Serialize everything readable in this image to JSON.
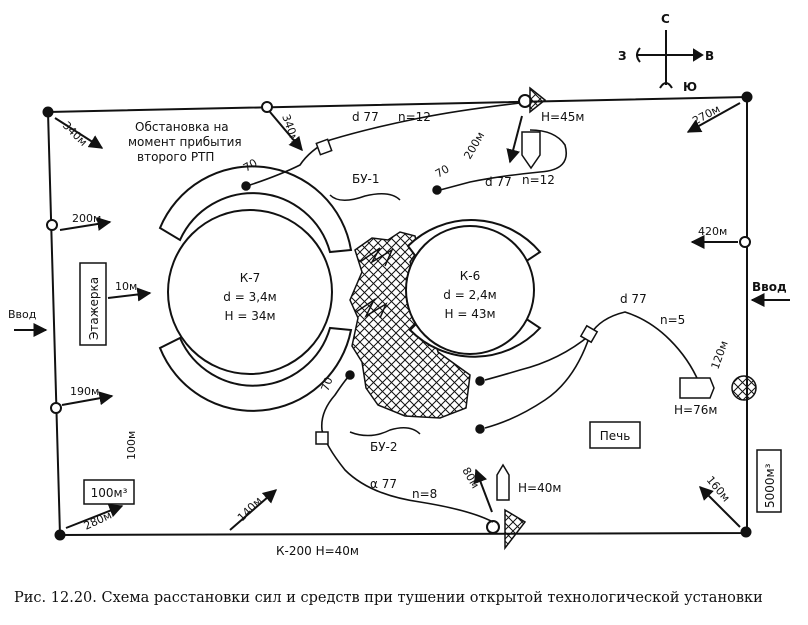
{
  "compass": {
    "north": "С",
    "south": "Ю",
    "west": "З",
    "east": "В"
  },
  "heading": {
    "line1": "Обстановка на",
    "line2": "момент прибытия",
    "line3": "второго РТП"
  },
  "tanks": {
    "k7": {
      "name": "К-7",
      "diameter": "d = 3,4м",
      "height": "H = 34м"
    },
    "k6": {
      "name": "К-6",
      "diameter": "d = 2,4м",
      "height": "H = 43м"
    }
  },
  "labels": {
    "etazherka": "Этажерка",
    "vvod_left": "Ввод",
    "vvod_right": "Ввод",
    "bu1": "БУ-1",
    "bu2": "БУ-2",
    "pech": "Печь",
    "vol_100": "100м³",
    "vol_5000": "5000м³",
    "k200": "К-200  Н=40м"
  },
  "distances": {
    "d340a": "340м",
    "d340b": "340м",
    "d200a": "200м",
    "d200b": "200м",
    "d10": "10м",
    "d190": "190м",
    "d100": "100м",
    "d280": "280м",
    "d140": "140м",
    "d80": "80м",
    "d160": "160м",
    "d270": "270м",
    "d420": "420м",
    "d120": "120м"
  },
  "trucks": {
    "t1_height": "Н=45м",
    "t2_height": "Н=76м",
    "t3_height": "Н=40м"
  },
  "hoses": {
    "top": {
      "d": "d 77",
      "n": "n=12"
    },
    "mid": {
      "d": "d 77",
      "n": "n=12"
    },
    "right": {
      "d": "d 77",
      "n": "n=5"
    },
    "bottom": {
      "d": "α 77",
      "n": "n=8"
    }
  },
  "nozzles": {
    "n70a": "70",
    "n70b": "70",
    "n70c": "70"
  },
  "caption": "Рис. 12.20. Схема расстановки сил и средств при тушении открытой технологической установки"
}
